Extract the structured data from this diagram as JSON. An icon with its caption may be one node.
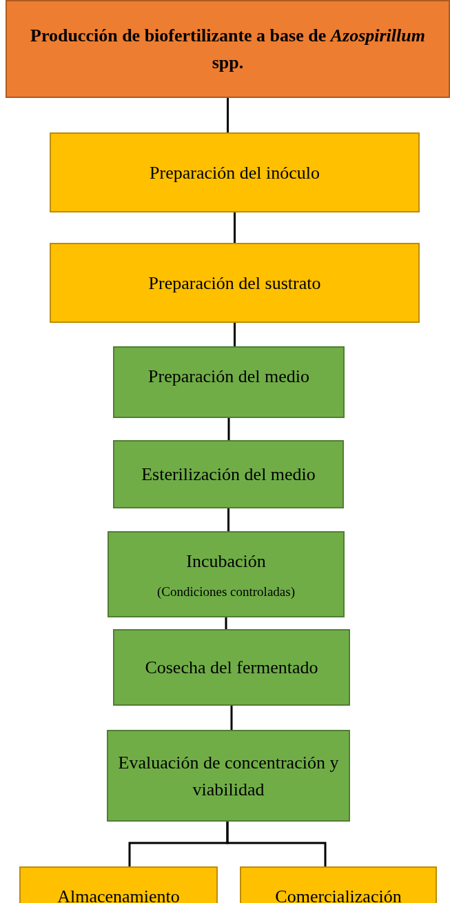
{
  "diagram": {
    "nodes": [
      {
        "text": [
          "Producción de biofertilizante a base de *Azospirillum* spp."
        ]
      },
      {
        "text": [
          "Preparación del inóculo"
        ]
      },
      {
        "text": [
          "Preparación del sustrato"
        ]
      },
      {
        "text": [
          "Preparación del medio"
        ]
      },
      {
        "text": [
          "Esterilización del medio"
        ]
      },
      {
        "text": [
          "Incubación",
          "(Condiciones controladas)"
        ]
      },
      {
        "text": [
          "Cosecha del fermentado"
        ]
      },
      {
        "text": [
          "Evaluación de concentración y viabilidad"
        ]
      },
      {
        "text": [
          "Almacenamiento"
        ]
      },
      {
        "text": [
          "Comercialización"
        ]
      }
    ],
    "edges": [
      {
        "from": 0,
        "to": 1,
        "arrow": "none"
      },
      {
        "from": 1,
        "to": 2,
        "arrow": "none"
      },
      {
        "from": 2,
        "to": 3,
        "arrow": "none"
      },
      {
        "from": 3,
        "to": 4,
        "arrow": "none"
      },
      {
        "from": 4,
        "to": 5,
        "arrow": "none"
      },
      {
        "from": 5,
        "to": 6,
        "arrow": "none"
      },
      {
        "from": 6,
        "to": 7,
        "arrow": "none"
      },
      {
        "from": 7,
        "to": 8,
        "arrow": "none"
      },
      {
        "from": 7,
        "to": 9,
        "arrow": "none"
      }
    ]
  }
}
